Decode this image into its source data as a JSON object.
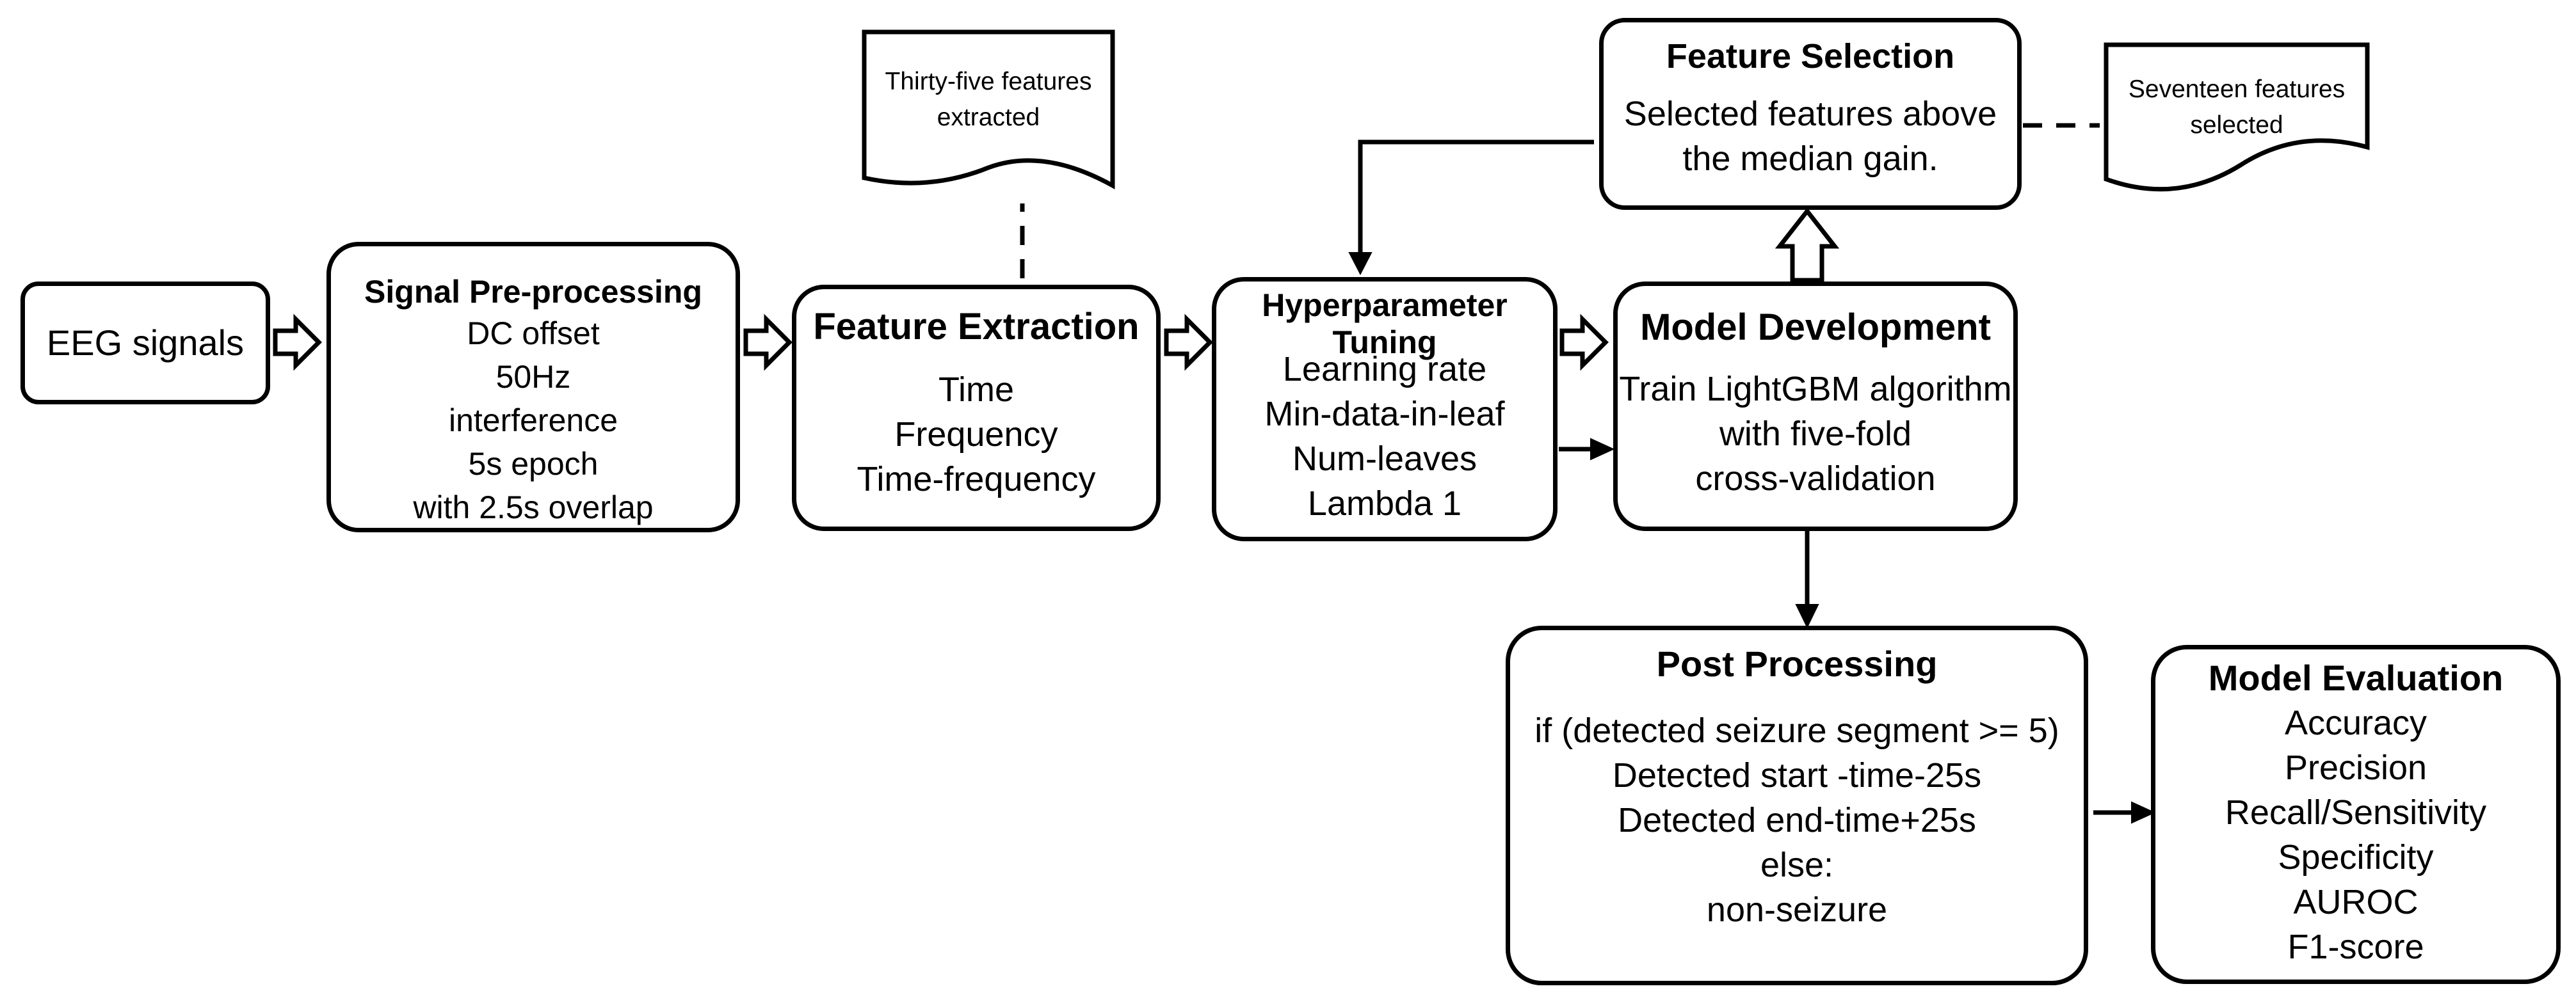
{
  "diagram": {
    "eeg_box": {
      "label": "EEG signals"
    },
    "preprocessing": {
      "title": "Signal Pre-processing",
      "lines": [
        "DC offset",
        "50Hz",
        "interference",
        "5s epoch",
        "with 2.5s overlap"
      ]
    },
    "feature_extraction": {
      "title": "Feature Extraction",
      "lines": [
        "Time",
        "Frequency",
        "Time-frequency"
      ]
    },
    "extracted_doc": {
      "lines": [
        "Thirty-five features",
        "extracted"
      ]
    },
    "hyperparameter": {
      "title_lines": [
        "Hyperparameter",
        "Tuning"
      ],
      "lines": [
        "Learning rate",
        "Min-data-in-leaf",
        "Num-leaves",
        "Lambda 1"
      ]
    },
    "model_development": {
      "title": "Model Development",
      "lines": [
        "Train LightGBM algorithm",
        "with five-fold",
        "cross-validation"
      ]
    },
    "feature_selection": {
      "title": "Feature Selection",
      "lines": [
        "Selected features above",
        "the median gain."
      ]
    },
    "selected_doc": {
      "lines": [
        "Seventeen features",
        "selected"
      ]
    },
    "post_processing": {
      "title": "Post Processing",
      "lines": [
        "if (detected seizure segment >= 5)",
        "Detected start -time-25s",
        "Detected end-time+25s",
        "else:",
        "non-seizure"
      ]
    },
    "model_evaluation": {
      "title": "Model Evaluation",
      "lines": [
        "Accuracy",
        "Precision",
        "Recall/Sensitivity",
        "Specificity",
        "AUROC",
        "F1-score"
      ]
    }
  }
}
